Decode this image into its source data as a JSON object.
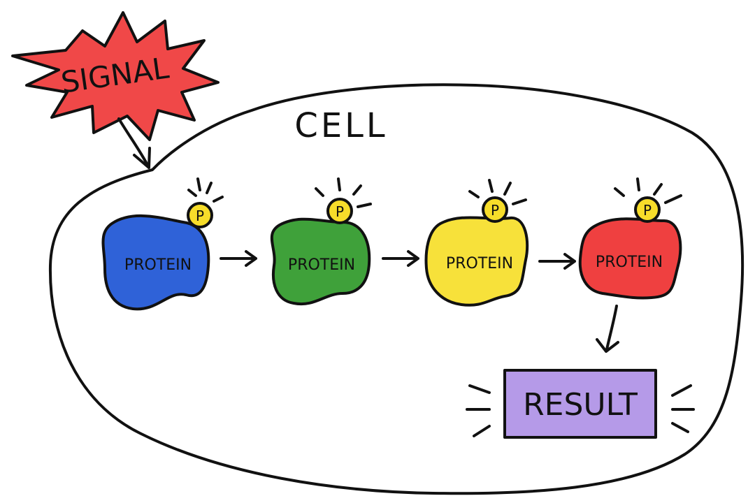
{
  "signal": {
    "label": "SIGNAL",
    "color": "#f04848"
  },
  "cell": {
    "label": "CELL"
  },
  "proteins": [
    {
      "label": "PROTEIN",
      "color": "#2f62d8",
      "badge": "P"
    },
    {
      "label": "PROTEIN",
      "color": "#3fa13a",
      "badge": "P"
    },
    {
      "label": "PROTEIN",
      "color": "#f7e13a",
      "badge": "P"
    },
    {
      "label": "PROTEIN",
      "color": "#ef4040",
      "badge": "P"
    }
  ],
  "phosphate_color": "#f7dd2a",
  "result": {
    "label": "RESULT",
    "color": "#b59ae8"
  }
}
